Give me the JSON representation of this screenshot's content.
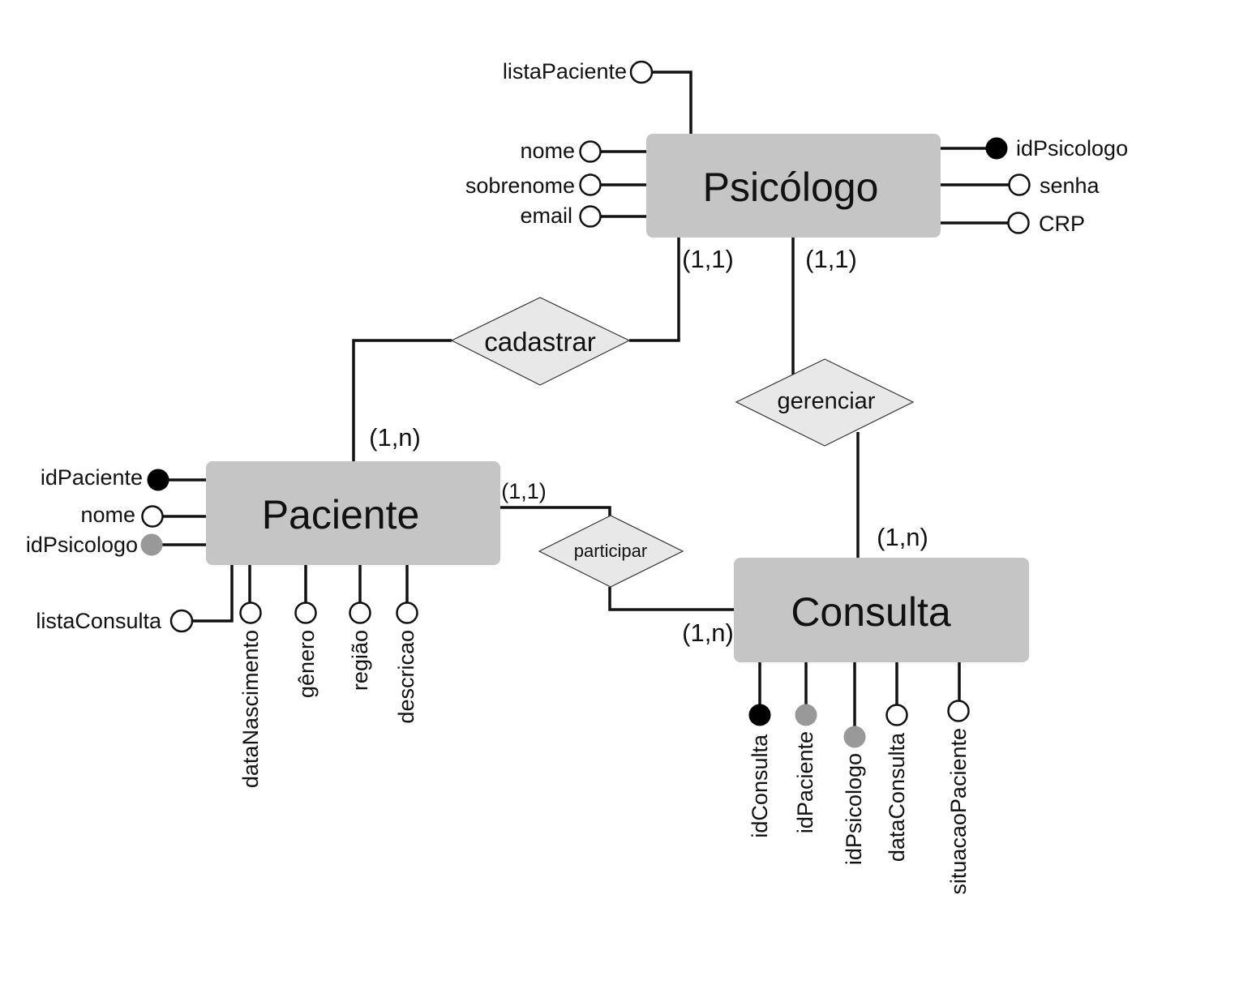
{
  "colors": {
    "entity_fill": "#c5c5c5",
    "relationship_fill": "#e8e8e8",
    "line": "#111111",
    "key_attribute": "#000000",
    "foreign_key_attribute": "#999999",
    "attribute": "#ffffff"
  },
  "entities": {
    "psicologo": {
      "label": "Psicólogo",
      "attributes": {
        "listaPaciente": "listaPaciente",
        "nome": "nome",
        "sobrenome": "sobrenome",
        "email": "email",
        "idPsicologo": "idPsicologo",
        "senha": "senha",
        "crp": "CRP"
      }
    },
    "paciente": {
      "label": "Paciente",
      "attributes": {
        "idPaciente": "idPaciente",
        "nome": "nome",
        "idPsicologo": "idPsicologo",
        "listaConsulta": "listaConsulta",
        "dataNascimento": "dataNascimento",
        "genero": "gênero",
        "regiao": "região",
        "descricao": "descricao"
      }
    },
    "consulta": {
      "label": "Consulta",
      "attributes": {
        "idConsulta": "idConsulta",
        "idPaciente": "idPaciente",
        "idPsicologo": "idPsicologo",
        "dataConsulta": "dataConsulta",
        "situacaoPaciente": "situacaoPaciente"
      }
    }
  },
  "relationships": {
    "cadastrar": {
      "label": "cadastrar",
      "cardinality_psicologo": "(1,1)",
      "cardinality_paciente": "(1,n)"
    },
    "gerenciar": {
      "label": "gerenciar",
      "cardinality_psicologo": "(1,1)",
      "cardinality_consulta": "(1,n)"
    },
    "participar": {
      "label": "participar",
      "cardinality_paciente": "(1,1)",
      "cardinality_consulta": "(1,n)"
    }
  }
}
